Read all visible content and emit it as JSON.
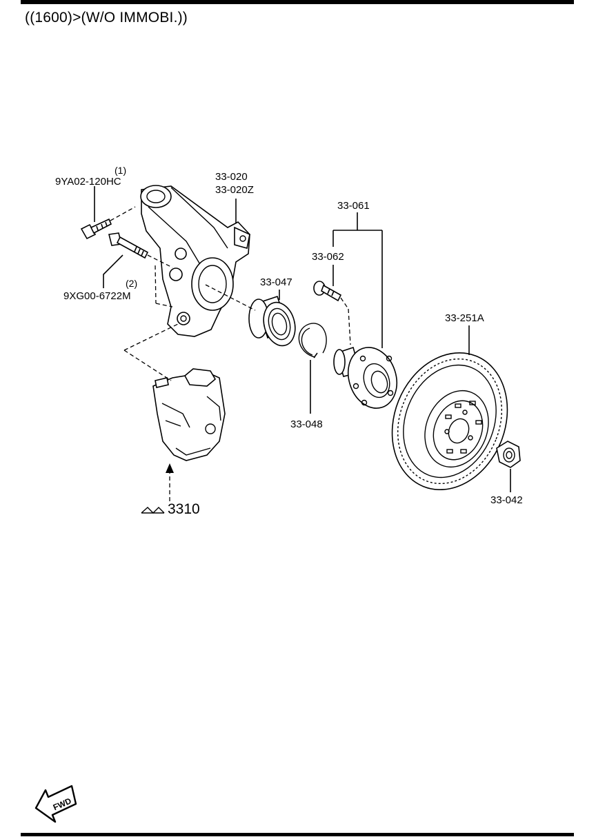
{
  "title": "((1600)>(W/O IMMOBI.))",
  "parts": {
    "bolt1": {
      "index": "(1)",
      "number": "9YA02-120HC"
    },
    "bolt2": {
      "index": "(2)",
      "number": "9XG00-6722M"
    },
    "knuckle": {
      "numbers": [
        "33-020",
        "33-020Z"
      ]
    },
    "hub_assy": {
      "number": "33-061"
    },
    "hub_bolt": {
      "number": "33-062"
    },
    "bearing": {
      "number": "33-047"
    },
    "snap_ring": {
      "number": "33-048"
    },
    "disc": {
      "number": "33-251A"
    },
    "nut": {
      "number": "33-042"
    },
    "caliper_ref": {
      "number": "3310"
    }
  },
  "fwd": {
    "label": "FWD"
  }
}
